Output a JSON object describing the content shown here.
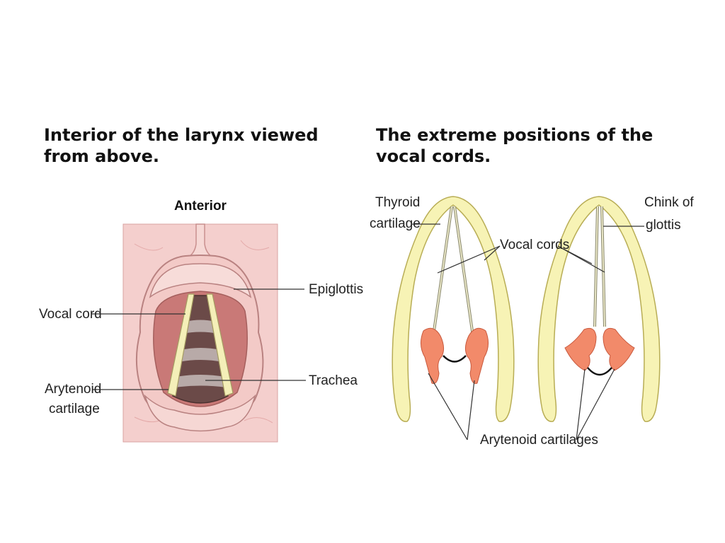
{
  "captions": {
    "left_line1": "Interior of the larynx viewed",
    "left_line2": "from above.",
    "right_line1": "The extreme positions of the",
    "right_line2": "vocal cords."
  },
  "left_figure": {
    "heading": "Anterior",
    "labels": {
      "epiglottis": "Epiglottis",
      "vocal_cord": "Vocal cord",
      "trachea": "Trachea",
      "arytenoid_1": "Arytenoid",
      "arytenoid_2": "cartilage"
    }
  },
  "right_figure": {
    "labels": {
      "thyroid_1": "Thyroid",
      "thyroid_2": "cartilage",
      "vocal_cords": "Vocal cords",
      "chink_1": "Chink of",
      "chink_2": "glottis",
      "arytenoid_cartilages": "Arytenoid cartilages"
    }
  },
  "colors": {
    "tissue_pink": "#f2c6c4",
    "epiglottis": "#f5d3d0",
    "trachea_dark": "#6b4a48",
    "vocal_cord_yellow": "#f4efb8",
    "arytenoid_salmon": "#f28a6a",
    "thyroid_yellow": "#f7f3b5"
  }
}
